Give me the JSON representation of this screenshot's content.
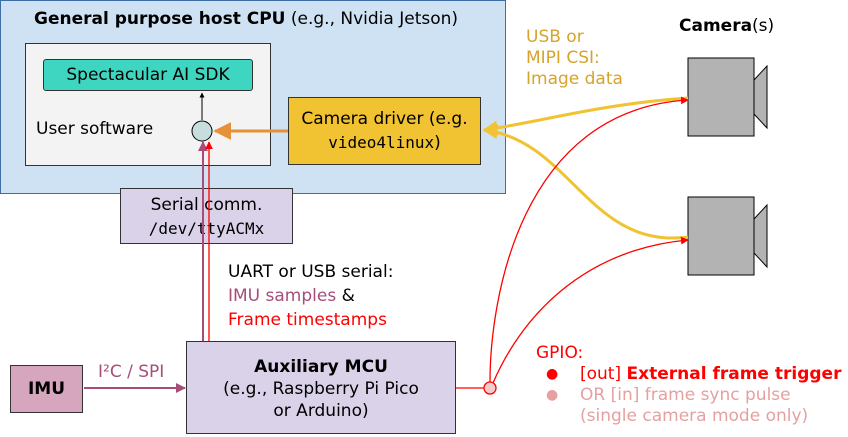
{
  "host": {
    "title_bold": "General purpose host CPU",
    "title_rest": " (e.g., Nvidia Jetson)"
  },
  "sdk": {
    "label": "Spectacular AI SDK"
  },
  "user_software": {
    "label": "User software"
  },
  "driver": {
    "line1": "Camera driver (e.g.",
    "code": "video4linux",
    "close": ")"
  },
  "serial": {
    "line1": "Serial comm.",
    "code": "/dev/ttyACMx"
  },
  "uart": {
    "line1": "UART or USB serial:",
    "imu_samples": "IMU samples",
    "amp": " &",
    "frame_ts": "Frame timestamps"
  },
  "imu": {
    "label": "IMU"
  },
  "i2c": {
    "label": "I²C / SPI"
  },
  "mcu": {
    "title": "Auxiliary MCU",
    "line2": "(e.g., Raspberry Pi Pico",
    "line3": "or Arduino)"
  },
  "usb": {
    "line1": "USB or",
    "line2": "MIPI CSI:",
    "line3": "Image data"
  },
  "camera": {
    "title_bold": "Camera",
    "title_rest": "(s)"
  },
  "gpio": {
    "title": "GPIO:",
    "item1_prefix": "[out] ",
    "item1_bold": "External frame trigger",
    "item2_line1": "OR [in] frame sync pulse",
    "item2_line2": "(single camera mode only)"
  },
  "colors": {
    "host_bg": "#cfe2f3",
    "sdk_bg": "#3fd6c1",
    "driver_bg": "#f1c232",
    "serial_bg": "#d9d2e9",
    "imu_bg": "#d5a6bd",
    "purple": "#a64d79",
    "red": "#ff0000",
    "pink": "#e6a0a0",
    "orange": "#e69138",
    "usb_text": "#d6a32b",
    "camera_gray": "#b3b3b3"
  }
}
